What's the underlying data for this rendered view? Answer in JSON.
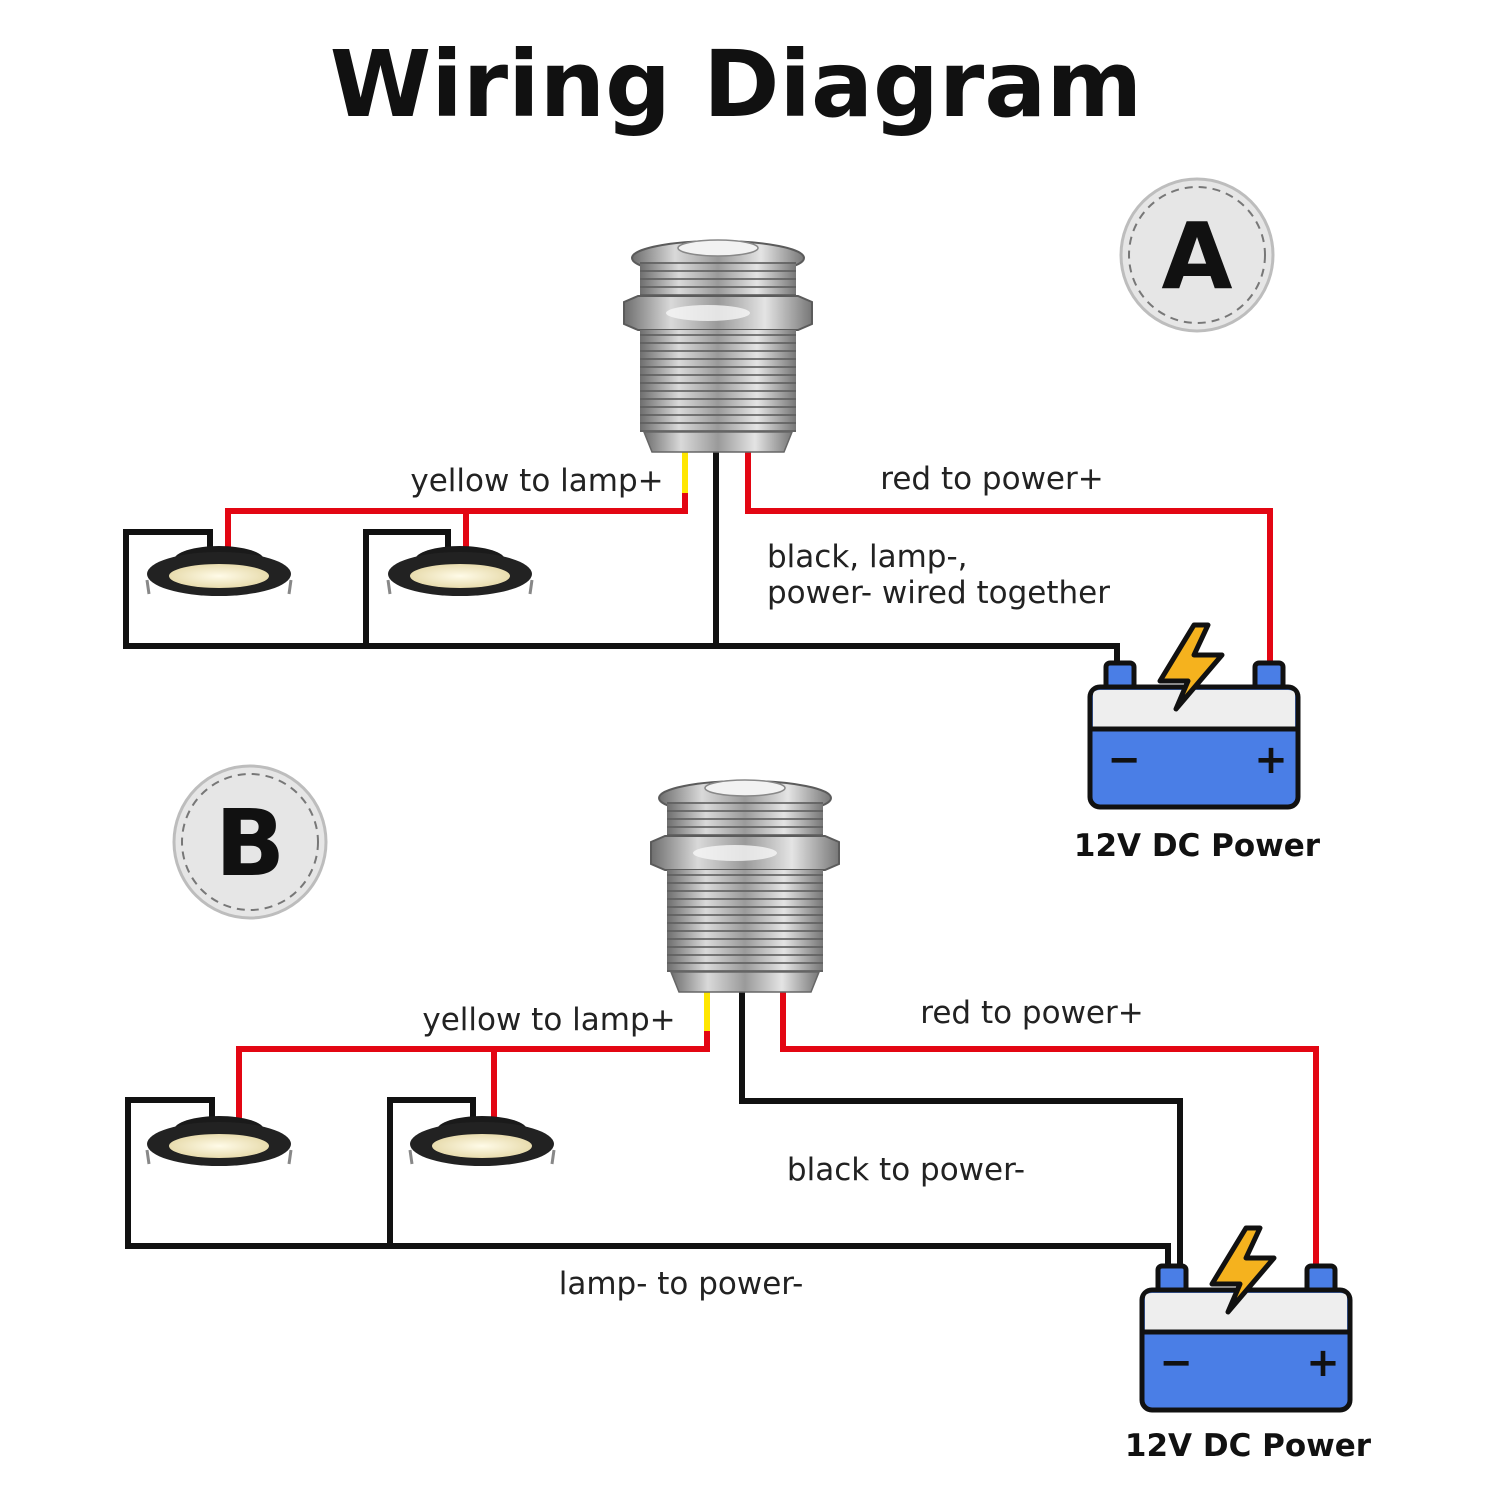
{
  "title": "Wiring Diagram",
  "colors": {
    "red_wire": "#e30613",
    "black_wire": "#111111",
    "yellow_wire": "#ffe600",
    "battery_body": "#4a7ee6",
    "battery_top": "#eeeeee",
    "terminal": "#4a7ee6",
    "bolt": "#f5b21e",
    "badge": "#e6e6e6"
  },
  "diagram_a": {
    "badge": "A",
    "yellow_label": "yellow to lamp+",
    "red_label": "red to power+",
    "black_label_line1": "black, lamp-,",
    "black_label_line2": "power- wired together",
    "battery": {
      "minus": "−",
      "plus": "+",
      "caption": "12V DC Power"
    }
  },
  "diagram_b": {
    "badge": "B",
    "yellow_label": "yellow to lamp+",
    "red_label": "red to power+",
    "black_label": "black to power-",
    "lamp_label": "lamp- to power-",
    "battery": {
      "minus": "−",
      "plus": "+",
      "caption": "12V DC Power"
    }
  }
}
